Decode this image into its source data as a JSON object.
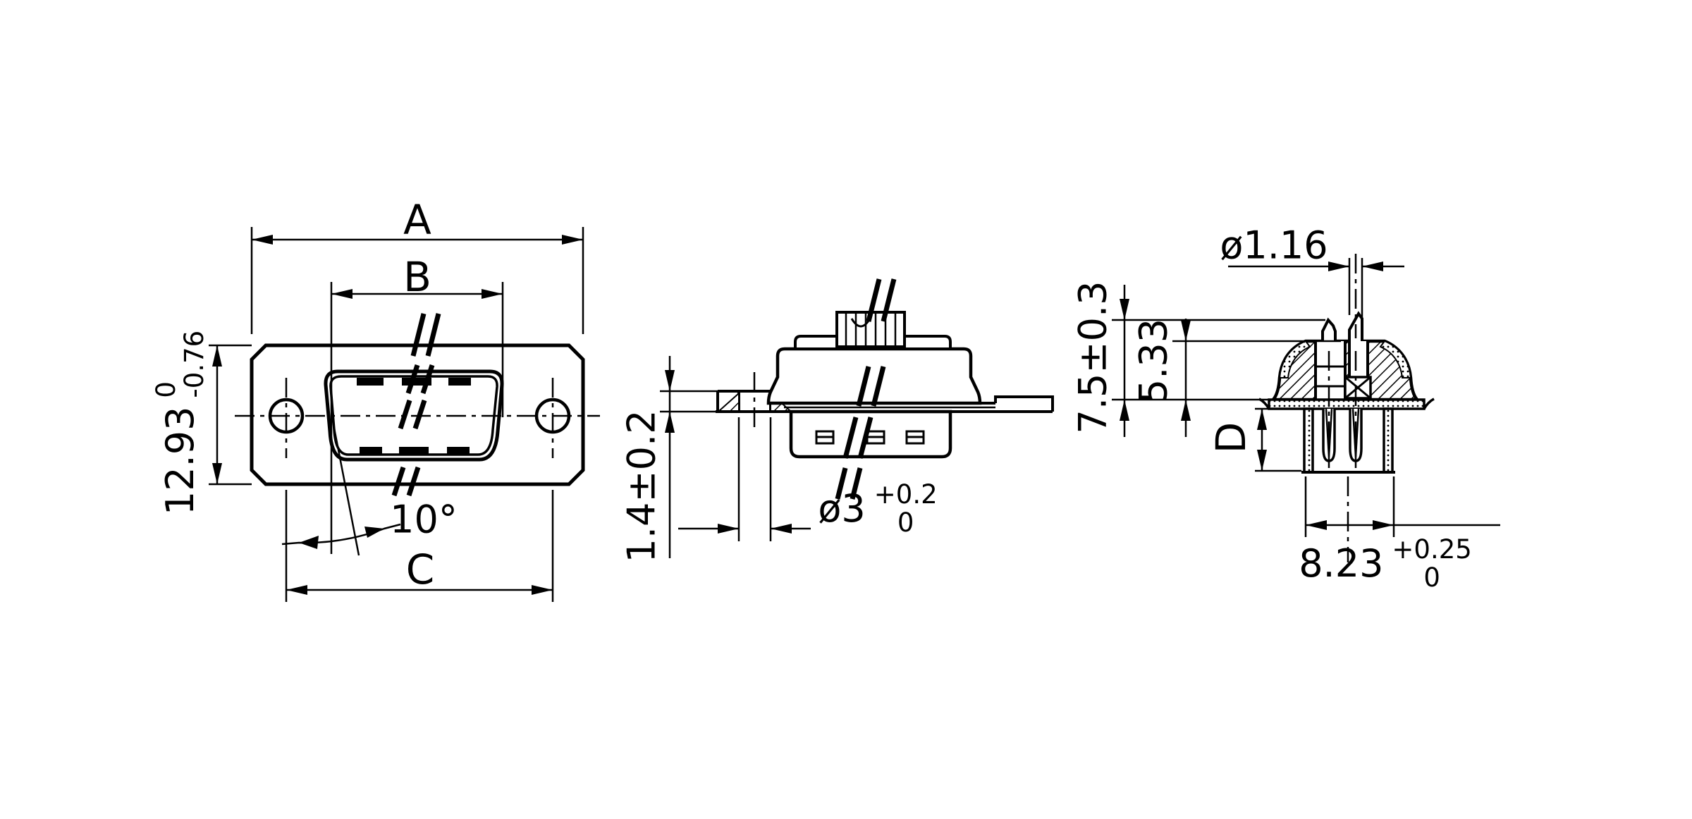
{
  "views": {
    "front": {
      "dim_a": "A",
      "dim_b": "B",
      "dim_c": "C",
      "height": "12.93",
      "height_tol_upper": "0",
      "height_tol_lower": "-0.76",
      "angle": "10°"
    },
    "side": {
      "flange_thickness": "1.4±0.2",
      "hole_diameter": "ø3",
      "hole_tol_upper": "+0.2",
      "hole_tol_lower": "0"
    },
    "section": {
      "pin_diameter": "ø1.16",
      "pin_height": "7.5±0.3",
      "insulator_height": "5.33",
      "barrel_depth": "D",
      "barrel_width": "8.23",
      "barrel_width_tol_upper": "+0.25",
      "barrel_width_tol_lower": "0"
    }
  }
}
